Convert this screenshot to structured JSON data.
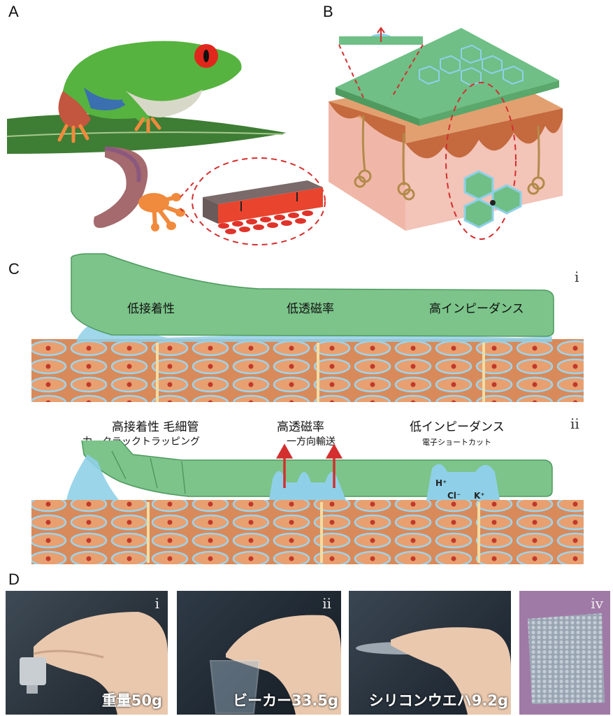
{
  "panels": {
    "a": {
      "letter": "A"
    },
    "b": {
      "letter": "B"
    },
    "c": {
      "letter": "C",
      "i": {
        "roman": "i",
        "labels": [
          "低接着性",
          "低透磁率",
          "高インピーダンス"
        ]
      },
      "ii": {
        "roman": "ii",
        "label1_main": "高接着性 毛細管",
        "label1_sub": "力、クラックトラッピング",
        "label2_main": "高透磁率",
        "label2_sub": "一方向輸送",
        "label3_main": "低インピーダンス",
        "label3_sub": "電子ショートカット",
        "ions": [
          "H⁺",
          "Cl⁻",
          "K⁺"
        ]
      }
    },
    "d": {
      "letter": "D",
      "photos": [
        {
          "roman": "i",
          "caption": "重量50g"
        },
        {
          "roman": "ii",
          "caption": "ビーカー33.5g"
        },
        {
          "roman": "",
          "caption": "シリコンウエハ9.2g"
        },
        {
          "roman": "iv",
          "caption": ""
        }
      ]
    }
  },
  "colors": {
    "hydrogel": "#7cc48a",
    "hydrogel_dark": "#4f9a5f",
    "skin": "#d98a5a",
    "cell_border": "#9fd3ea",
    "nucleus": "#c0392b",
    "arrow": "#d32f2f",
    "fluid": "#8fd0e8"
  }
}
